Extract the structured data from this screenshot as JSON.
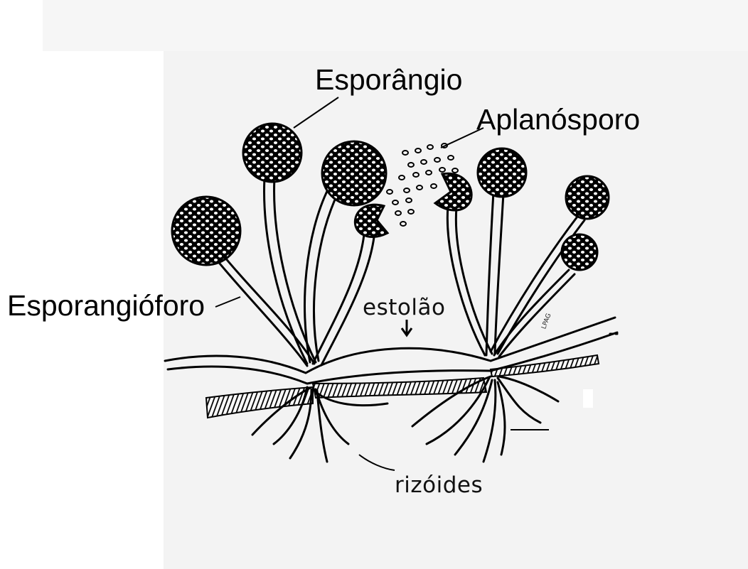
{
  "labels": {
    "sporangium": "Esporângio",
    "aplanospore": "Aplanósporo",
    "sporangiophore": "Esporangióforo",
    "stolon": "estolão",
    "rhizoids": "rizóides",
    "signature": "LPAG"
  },
  "colors": {
    "ink": "#000000",
    "background": "#ffffff",
    "paper": "#f4f4f4"
  }
}
